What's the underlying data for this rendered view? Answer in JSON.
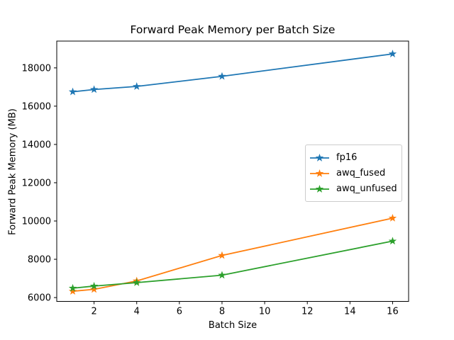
{
  "figure": {
    "background": "#ffffff",
    "text_color": "#000000",
    "spine_color": "#000000",
    "legend_border_color": "#cccccc"
  },
  "chart_data": {
    "type": "line",
    "title": "Forward Peak Memory per Batch Size",
    "xlabel": "Batch Size",
    "ylabel": "Forward Peak Memory (MB)",
    "x": [
      1,
      2,
      4,
      8,
      16
    ],
    "series": [
      {
        "name": "fp16",
        "color": "#1f77b4",
        "marker": "star",
        "values": [
          16750,
          16870,
          17030,
          17560,
          18730
        ]
      },
      {
        "name": "awq_fused",
        "color": "#ff7f0e",
        "marker": "star",
        "values": [
          6330,
          6430,
          6870,
          8200,
          10150
        ]
      },
      {
        "name": "awq_unfused",
        "color": "#2ca02c",
        "marker": "star",
        "values": [
          6490,
          6600,
          6780,
          7170,
          8950
        ]
      }
    ],
    "xlim": [
      0.25,
      16.75
    ],
    "ylim": [
      5800,
      19400
    ],
    "xticks": [
      2,
      4,
      6,
      8,
      10,
      12,
      14,
      16
    ],
    "yticks": [
      6000,
      8000,
      10000,
      12000,
      14000,
      16000,
      18000
    ],
    "grid": false,
    "legend": {
      "position": "center-right",
      "entries": [
        "fp16",
        "awq_fused",
        "awq_unfused"
      ]
    }
  }
}
